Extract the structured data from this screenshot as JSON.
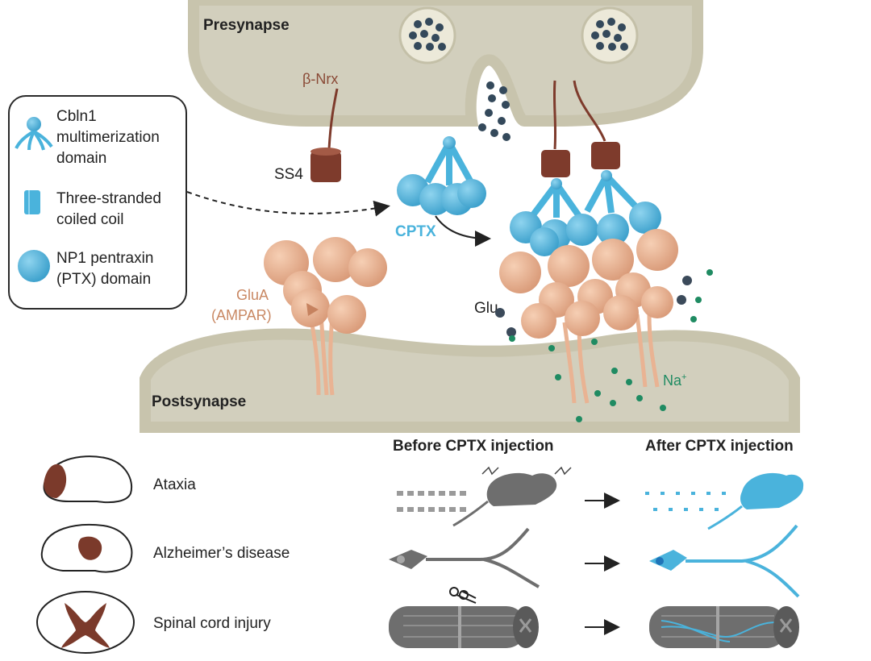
{
  "labels": {
    "presynapse": "Presynapse",
    "postsynapse": "Postsynapse",
    "b_nrx": "β-Nrx",
    "ss4": "SS4",
    "cptx": "CPTX",
    "glu": "Glu",
    "glua_1": "GluA",
    "glua_2": "(AMPAR)",
    "na": "Na",
    "na_sup": "+"
  },
  "legend": {
    "item1": [
      "Cbln1",
      "multimerization",
      "domain"
    ],
    "item2": [
      "Three-stranded",
      "coiled coil"
    ],
    "item3": [
      "NP1 pentraxin",
      "(PTX) domain"
    ]
  },
  "outcomes": {
    "before_header": "Before CPTX injection",
    "after_header": "After CPTX injection",
    "rows": [
      {
        "label": "Ataxia"
      },
      {
        "label": "Alzheimer’s disease"
      },
      {
        "label": "Spinal cord injury"
      }
    ]
  },
  "colors": {
    "membrane": "#ddd9c6",
    "membrane_edge": "#bdb9a3",
    "cell_body": "#d2cfbd",
    "vesicle": "#34495b",
    "glutamate": "#3b4a5a",
    "sodium": "#1f8b62",
    "cptx_blue": "#4ab3dc",
    "ampar": "#e9b393",
    "ss4": "#7e3b2c",
    "label_brown": "#8a4a36",
    "label_orange": "#c98863",
    "lesion": "#7b3a2b",
    "gray_icon": "#6e6e6e"
  }
}
